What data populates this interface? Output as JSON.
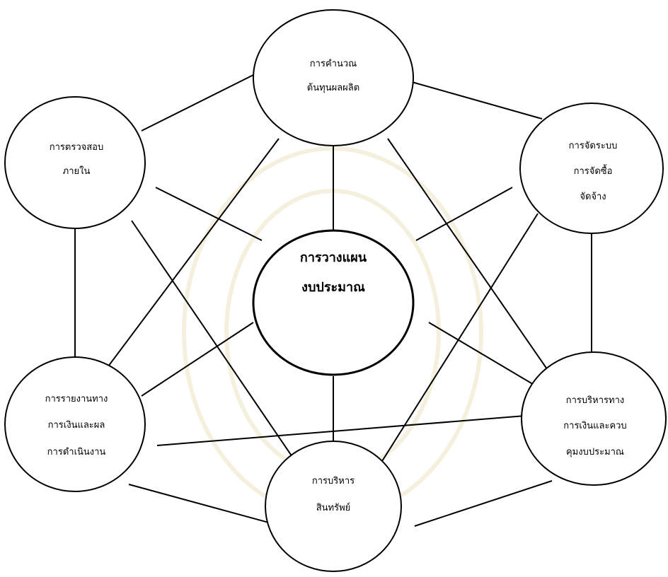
{
  "nodes": {
    "center": {
      "lines": [
        "การวางแผน",
        "งบประมาณ"
      ]
    },
    "cost": {
      "lines": [
        "การคำนวณ",
        "ต้นทุนผลผลิต"
      ]
    },
    "audit": {
      "lines": [
        "การตรวจสอบ",
        "ภายใน"
      ]
    },
    "procurement": {
      "lines": [
        "การจัดระบบ",
        "การจัดซื้อ",
        "จัดจ้าง"
      ]
    },
    "reporting": {
      "lines": [
        "การรายงานทาง",
        "การเงินและผล",
        "การดำเนินงาน"
      ]
    },
    "finance": {
      "lines": [
        "การบริหารทาง",
        "การเงินและควบ",
        "คุมงบประมาณ"
      ]
    },
    "assets": {
      "lines": [
        "การบริหาร",
        "สินทรัพย์"
      ]
    }
  },
  "colors": {
    "stroke": "#000000",
    "background": "#ffffff",
    "watermark": "#efe6c8"
  }
}
